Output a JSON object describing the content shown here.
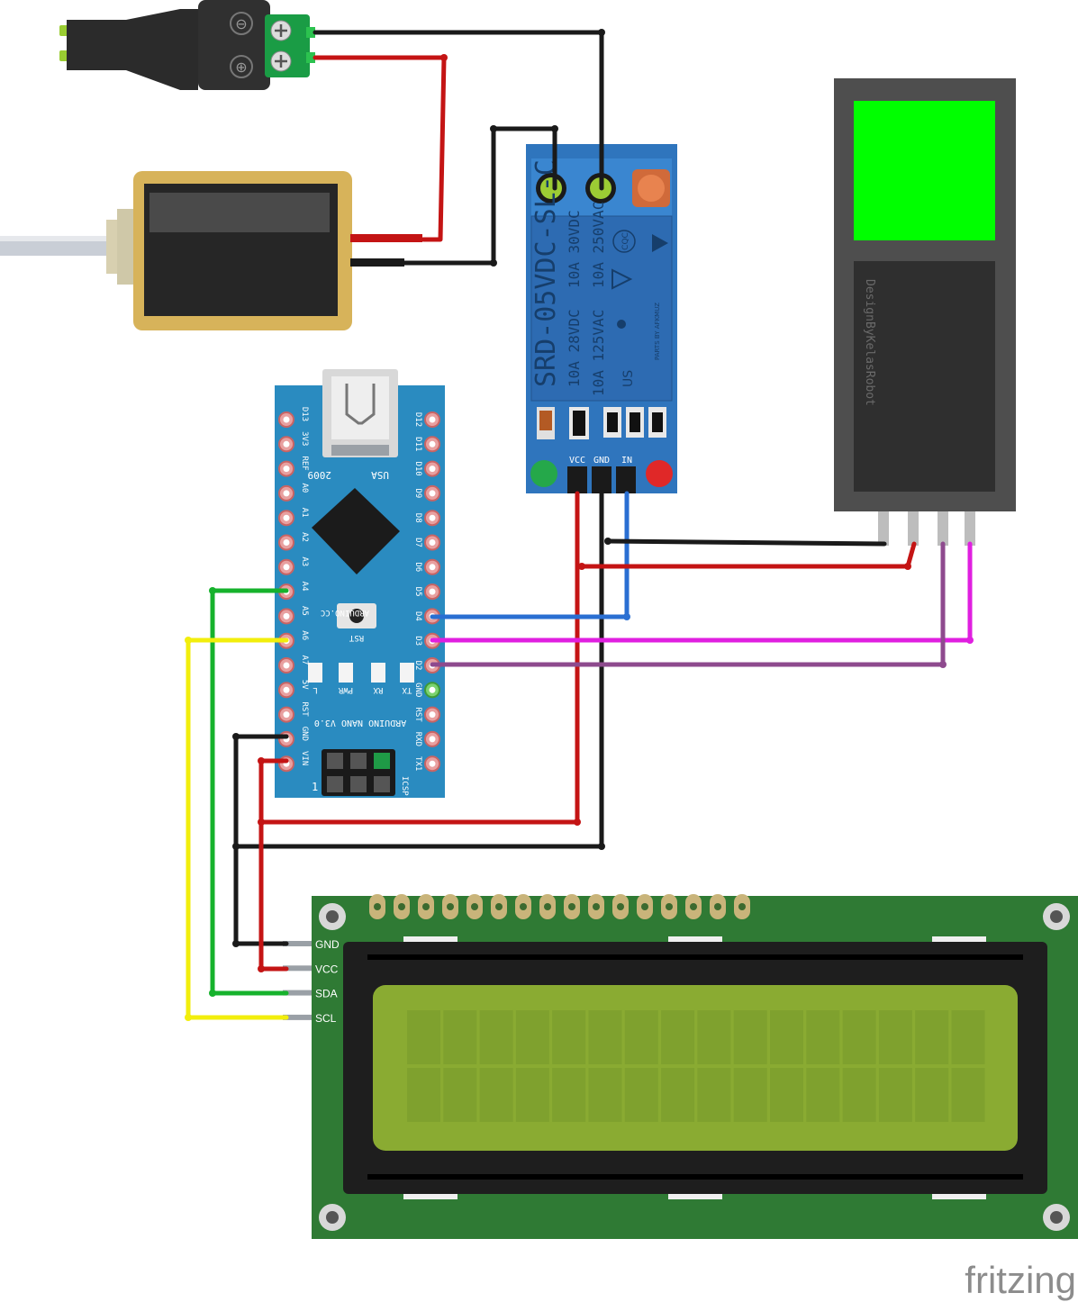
{
  "watermark": "fritzing",
  "dc_jack": {
    "minus_symbol": "⊖",
    "plus_symbol": "⊕"
  },
  "relay": {
    "model": "SRD-05VDC-SL-C",
    "rating_1": "10A 250VAC",
    "rating_1b": "10A 125VAC",
    "rating_2": "10A 30VDC",
    "rating_2b": "10A 28VDC",
    "cqc": "CQC",
    "us": "US",
    "parts_by": "PARTS BY AFKMUZ",
    "pin_vcc": "VCC",
    "pin_gnd": "GND",
    "pin_in": "IN"
  },
  "fingerprint": {
    "brand": "DesignByKelasRobot"
  },
  "arduino": {
    "left_pins": [
      "D13",
      "3V3",
      "REF",
      "A0",
      "A1",
      "A2",
      "A3",
      "A4",
      "A5",
      "A6",
      "A7",
      "5V",
      "RST",
      "GND",
      "VIN"
    ],
    "right_pins": [
      "D12",
      "D11",
      "D10",
      "D9",
      "D8",
      "D7",
      "D6",
      "D5",
      "D4",
      "D3",
      "D2",
      "GND",
      "RST",
      "RXD",
      "TX1"
    ],
    "board_name": "ARDUINO.CC",
    "nano": "ARDUINO NANO V3.0",
    "year": "2009",
    "usa": "USA",
    "rst": "RST",
    "leds": [
      "L",
      "PWR",
      "RX",
      "TX"
    ],
    "icsp": "ICSP",
    "one": "1"
  },
  "lcd": {
    "pins": [
      "GND",
      "VCC",
      "SDA",
      "SCL"
    ]
  },
  "colors": {
    "wire_black": "#1a1a1a",
    "wire_red": "#c41414",
    "wire_green": "#16b22c",
    "wire_yellow": "#f2ee0c",
    "wire_blue": "#2a6fd2",
    "wire_magenta": "#e01fe0",
    "wire_purple": "#8e4a8e",
    "arduino_pcb": "#2a8bc0",
    "relay_pcb": "#2f75bd",
    "lcd_pcb": "#2f7a34",
    "lcd_screen": "#8aab32"
  }
}
